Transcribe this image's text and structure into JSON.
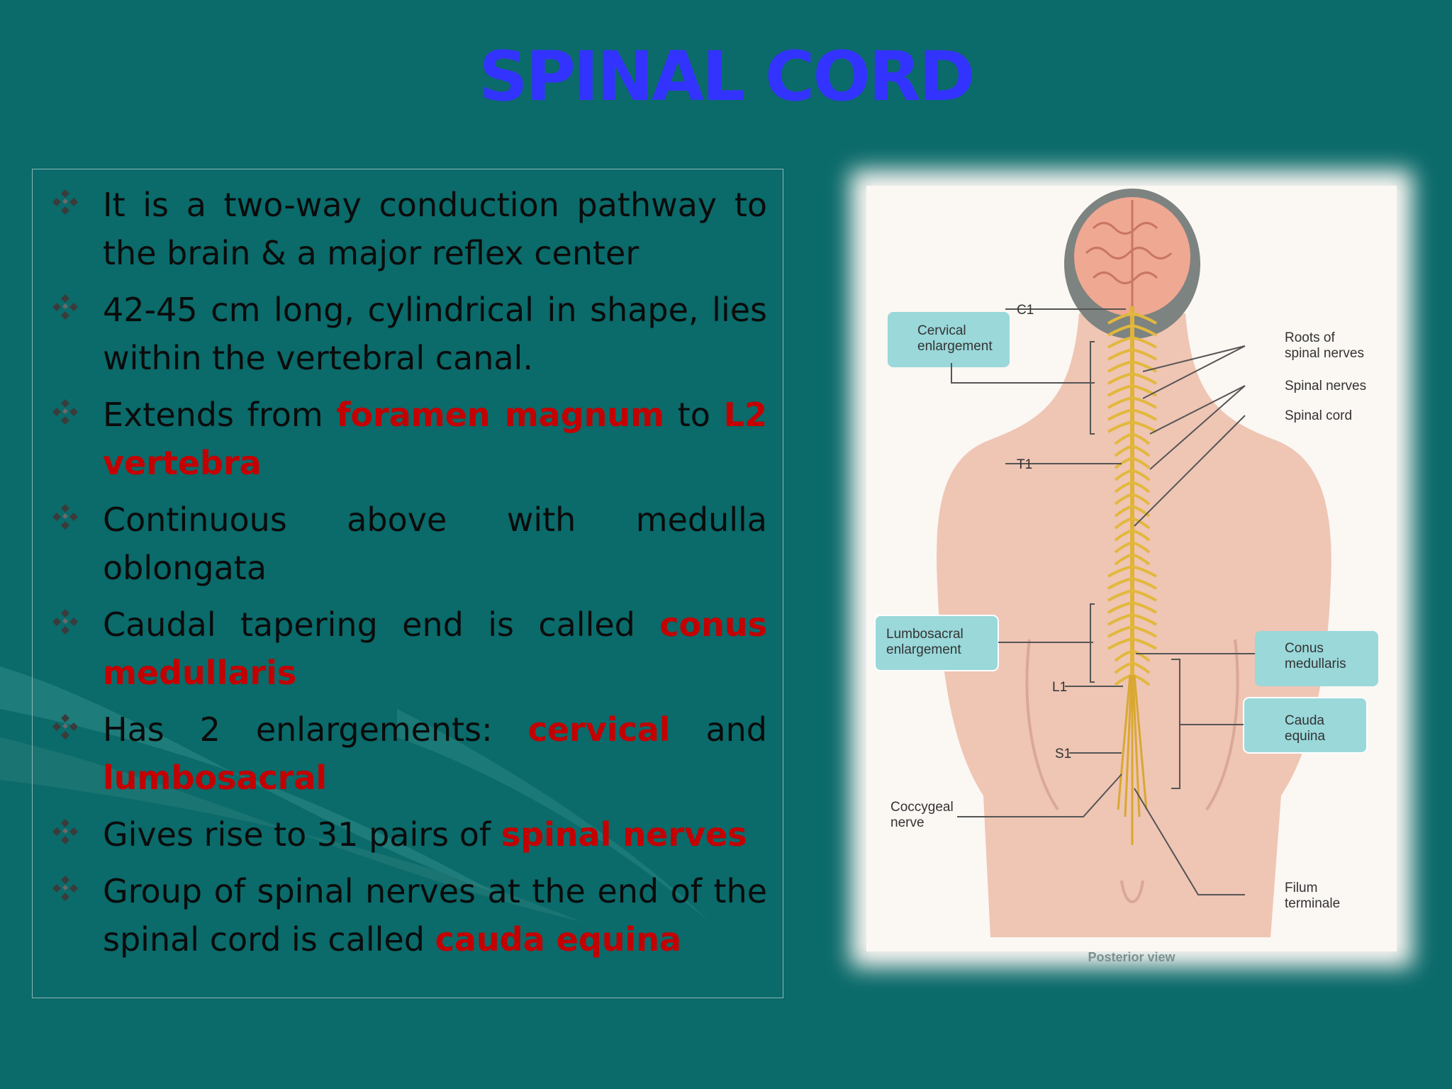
{
  "slide": {
    "title": "SPINAL CORD",
    "colors": {
      "background": "#0b6a6a",
      "title": "#3333ff",
      "highlight": "#c40000",
      "text": "#0b0b0b"
    },
    "bullet_icon": "four-diamond-bullet-icon",
    "bullets": [
      {
        "parts": [
          {
            "text": "It is a two-way conduction pathway to the brain & a major reflex center",
            "hl": false
          }
        ]
      },
      {
        "parts": [
          {
            "text": "42-45 cm long, cylindrical in shape, lies within the vertebral canal.",
            "hl": false
          }
        ]
      },
      {
        "parts": [
          {
            "text": "Extends from ",
            "hl": false
          },
          {
            "text": "foramen magnum",
            "hl": true
          },
          {
            "text": " to ",
            "hl": false
          },
          {
            "text": "L2 vertebra",
            "hl": true
          }
        ]
      },
      {
        "parts": [
          {
            "text": "Continuous above with medulla oblongata",
            "hl": false
          }
        ]
      },
      {
        "parts": [
          {
            "text": "Caudal tapering end is called ",
            "hl": false
          },
          {
            "text": "conus medullaris",
            "hl": true
          }
        ]
      },
      {
        "parts": [
          {
            "text": "Has 2 enlargements: ",
            "hl": false
          },
          {
            "text": "cervical",
            "hl": true
          },
          {
            "text": " and ",
            "hl": false
          },
          {
            "text": "lumbosacral",
            "hl": true
          }
        ]
      },
      {
        "parts": [
          {
            "text": "Gives rise to 31 pairs of ",
            "hl": false
          },
          {
            "text": "spinal nerves",
            "hl": true
          }
        ]
      },
      {
        "parts": [
          {
            "text": "Group of spinal nerves at the end of the spinal cord is called ",
            "hl": false
          },
          {
            "text": "cauda equina",
            "hl": true
          }
        ]
      }
    ]
  },
  "figure": {
    "labels": {
      "cervical_enlargement": [
        "Cervical",
        "enlargement"
      ],
      "lumbosacral_enlargement": [
        "Lumbosacral",
        "enlargement"
      ],
      "coccygeal_nerve": [
        "Coccygeal",
        "nerve"
      ],
      "roots_of_spinal_nerves": [
        "Roots of",
        "spinal nerves"
      ],
      "spinal_nerves": "Spinal nerves",
      "spinal_cord": "Spinal cord",
      "conus_medullaris": [
        "Conus",
        "medullaris"
      ],
      "cauda_equina": [
        "Cauda",
        "equina"
      ],
      "filum_terminale": [
        "Filum",
        "terminale"
      ],
      "c1": "C1",
      "t1": "T1",
      "l1": "L1",
      "s1": "S1"
    },
    "caption": "Posterior view"
  }
}
